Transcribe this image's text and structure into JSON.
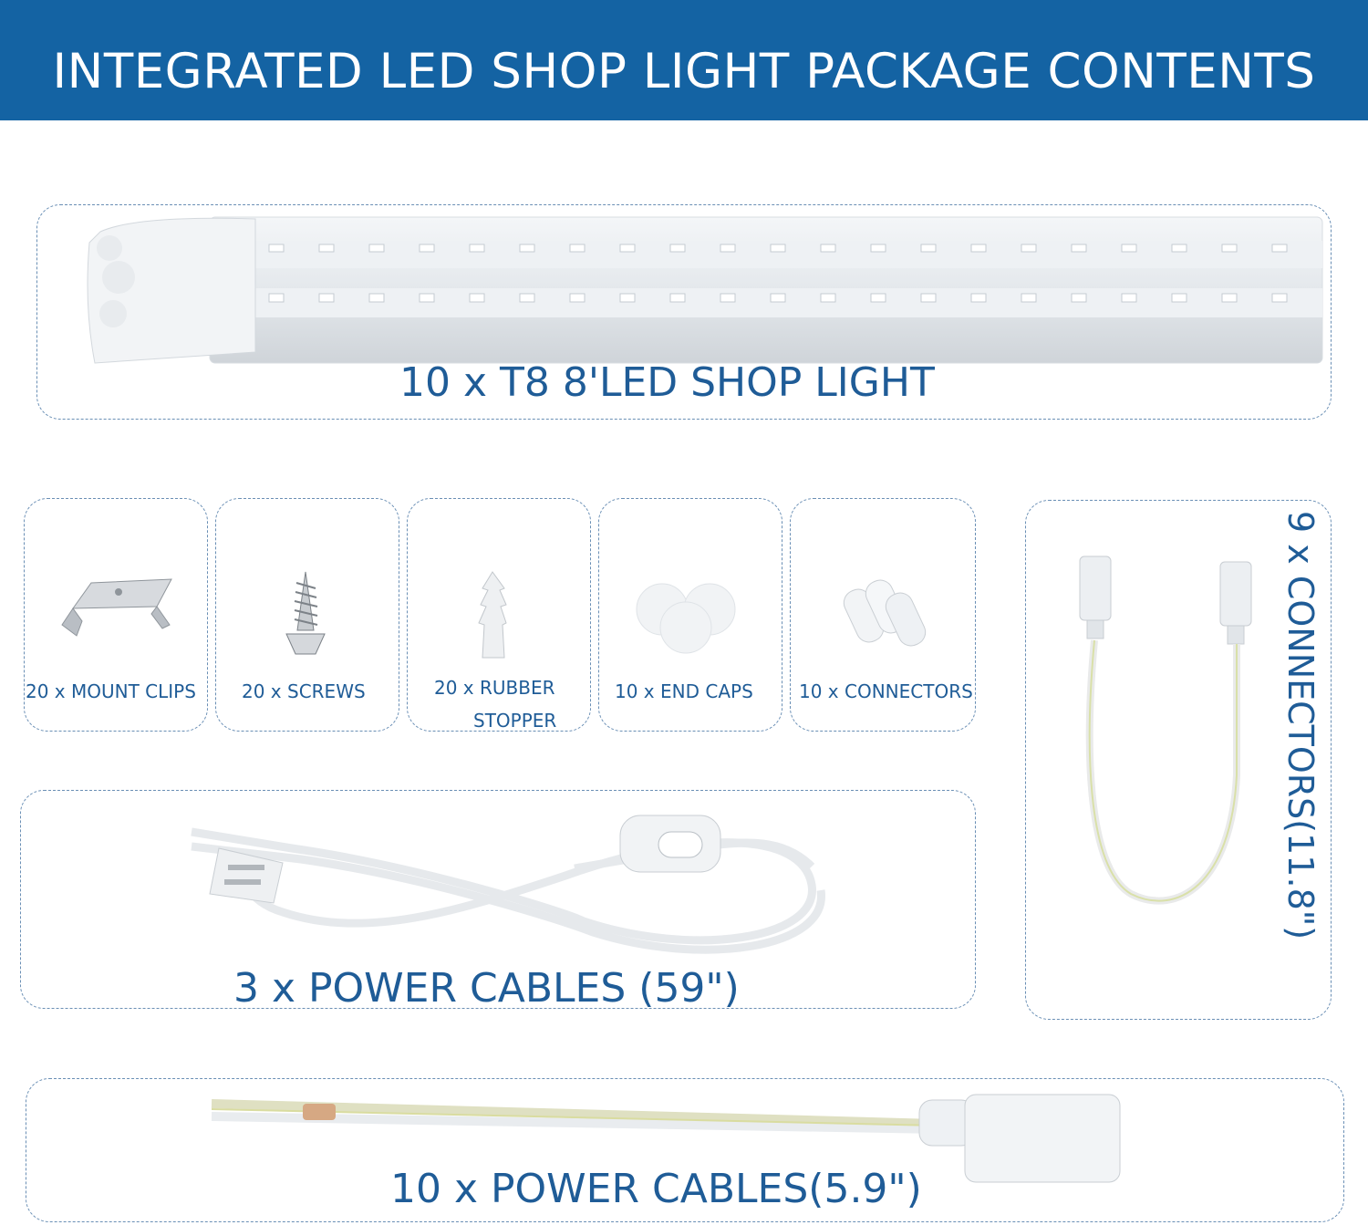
{
  "header": {
    "title": "INTEGRATED LED SHOP LIGHT PACKAGE CONTENTS"
  },
  "items": {
    "shop_light": "10 x T8 8'LED SHOP LIGHT",
    "mount_clips": "20 x MOUNT CLIPS",
    "screws": "20 x SCREWS",
    "rubber_stopper_line1": "20 x RUBBER",
    "rubber_stopper_line2": "STOPPER",
    "end_caps": "10 x END CAPS",
    "connectors": "10 x CONNECTORS",
    "connector_cables": "9 x CONNECTORS(11.8\")",
    "power_cables_long": "3 x POWER CABLES (59\")",
    "power_cables_short": "10 x POWER CABLES(5.9\")"
  },
  "colors": {
    "banner": "#1463a3",
    "label_text": "#1f5c97",
    "dashed_border": "#6a8fb5"
  },
  "icons": [
    "led-tube-image",
    "mount-clip-image",
    "screw-image",
    "rubber-stopper-image",
    "end-cap-image",
    "connector-image",
    "connector-cable-image",
    "power-cable-switch-image",
    "short-power-cable-image"
  ]
}
